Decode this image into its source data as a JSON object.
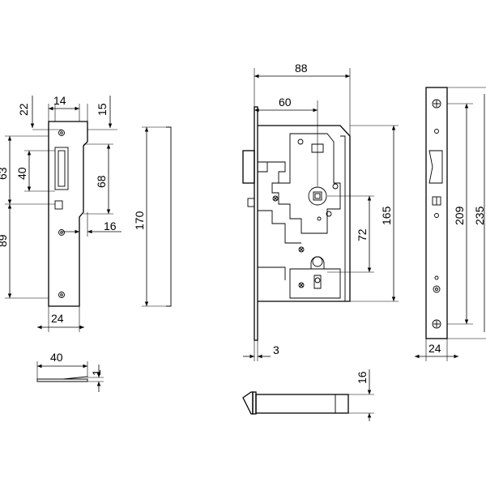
{
  "dimensions": {
    "strike_top_left": "22",
    "strike_width_top": "14",
    "strike_top_right": "15",
    "strike_left_63": "63",
    "strike_left_40": "40",
    "strike_left_89": "89",
    "strike_right_68": "68",
    "strike_right_16": "16",
    "strike_bottom_24": "24",
    "strike_side_170": "170",
    "strike_profile_40": "40",
    "strike_profile_1": "1",
    "lock_top_88": "88",
    "lock_top_60": "60",
    "lock_right_165": "165",
    "lock_inner_72": "72",
    "lock_bottom_3": "3",
    "faceplate_209": "209",
    "faceplate_235": "235",
    "faceplate_bottom_24": "24",
    "bolt_16": "16"
  },
  "colors": {
    "line": "#000000",
    "background": "#ffffff"
  }
}
